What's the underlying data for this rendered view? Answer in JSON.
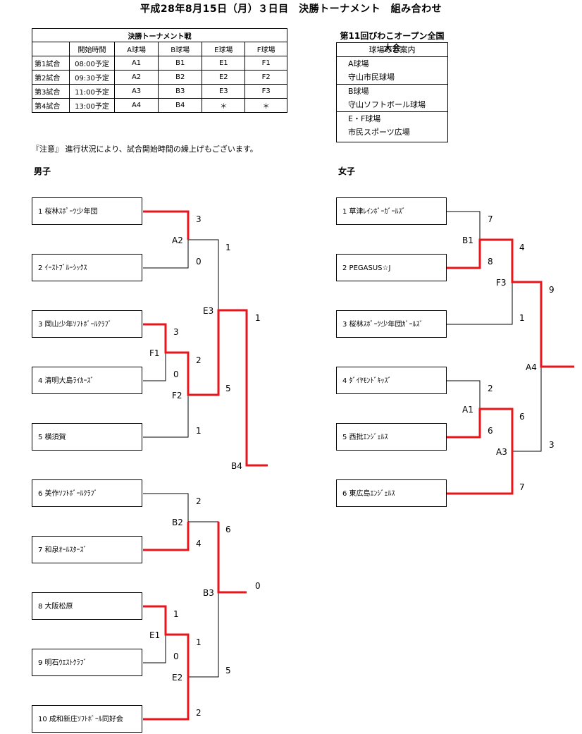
{
  "title": "平成28年8月15日（月）３日目　決勝トーナメント　組み合わせ",
  "schedule": {
    "caption": "決勝トーナメント戦",
    "headers": [
      "",
      "開始時間",
      "A球場",
      "B球場",
      "E球場",
      "F球場"
    ],
    "rows": [
      [
        "第1試合",
        "08:00予定",
        "A1",
        "B1",
        "E1",
        "F1"
      ],
      [
        "第2試合",
        "09:30予定",
        "A2",
        "B2",
        "E2",
        "F2"
      ],
      [
        "第3試合",
        "11:00予定",
        "A3",
        "B3",
        "E3",
        "F3"
      ],
      [
        "第4試合",
        "13:00予定",
        "A4",
        "B4",
        "＊",
        "＊"
      ]
    ]
  },
  "tournament_name": "第11回びわこオープン全国大会",
  "venues": {
    "header": "球場のご案内",
    "groups": [
      [
        "A球場",
        "守山市民球場"
      ],
      [
        "B球場",
        "守山ソフトボール球場"
      ],
      [
        "E・F球場",
        "市民スポーツ広場"
      ]
    ]
  },
  "note": "『注意』 進行状況により、試合開始時間の繰上げもございます。",
  "men": {
    "label": "男子",
    "teams": [
      "1 桜林ｽﾎﾟｰﾂ少年団",
      "2 ｲｰｽﾄﾌﾞﾙｰｼｯｸｽ",
      "3 岡山少年ｿﾌﾄﾎﾞｰﾙｸﾗﾌﾞ",
      "4 清明大島ﾗｲｶｰｽﾞ",
      "5 横須賀",
      "6 美作ｿﾌﾄﾎﾞｰﾙｸﾗﾌﾞ",
      "7 和泉ｵｰﾙｽﾀｰｽﾞ",
      "8 大阪松原",
      "9 明石ｳｴｽﾄｸﾗﾌﾞ",
      "10 成和新庄ｿﾌﾄﾎﾞｰﾙ同好会"
    ],
    "games": [
      "A2",
      "F1",
      "F2",
      "E3",
      "B2",
      "E1",
      "E2",
      "B3",
      "B4"
    ],
    "scores": [
      "3",
      "0",
      "3",
      "0",
      "2",
      "1",
      "1",
      "5",
      "1",
      "2",
      "4",
      "6",
      "1",
      "0",
      "1",
      "5",
      "2",
      "0"
    ]
  },
  "women": {
    "label": "女子",
    "teams": [
      "1 草津ﾚｲﾝﾎﾞｰｶﾞｰﾙｽﾞ",
      "2 PEGASUS☆J",
      "3 桜林ｽﾎﾟｰﾂ少年団ｶﾞｰﾙｽﾞ",
      "4 ﾀﾞｲﾔﾓﾝﾄﾞｷｯｽﾞ",
      "5 西批ｴﾝｼﾞｪﾙｽ",
      "6 東広島ｴﾝｼﾞｪﾙｽ"
    ],
    "games": [
      "B1",
      "F3",
      "A1",
      "A3",
      "A4"
    ],
    "scores": [
      "7",
      "8",
      "4",
      "1",
      "9",
      "2",
      "6",
      "6",
      "7",
      "3"
    ]
  },
  "colors": {
    "win_line": "#e8161b",
    "line": "#000000"
  }
}
